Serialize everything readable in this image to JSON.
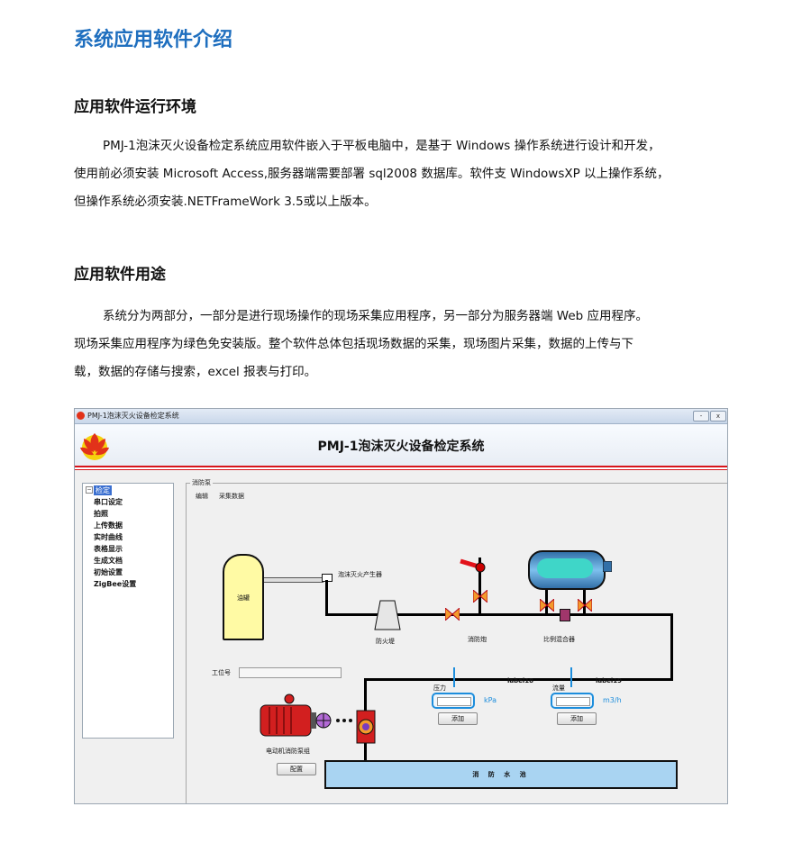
{
  "document": {
    "title": "系统应用软件介绍",
    "section1": {
      "heading": "应用软件运行环境",
      "lines": [
        "PMJ-1泡沫灭火设备检定系统应用软件嵌入于平板电脑中，是基于 Windows 操作系统进行设计和开发，",
        "使用前必须安装 Microsoft Access,服务器端需要部署 sql2008 数据库。软件支 WindowsXP 以上操作系统，",
        "但操作系统必须安装.NETFrameWork 3.5或以上版本。"
      ]
    },
    "section2": {
      "heading": "应用软件用途",
      "lines": [
        "系统分为两部分，一部分是进行现场操作的现场采集应用程序，另一部分为服务器端 Web 应用程序。",
        "现场采集应用程序为绿色免安装版。整个软件总体包括现场数据的采集，现场图片采集，数据的上传与下",
        "载，数据的存储与搜索，excel 报表与打印。"
      ]
    }
  },
  "app": {
    "window_title": "PMJ-1泡沫灭火设备检定系统",
    "header_title": "PMJ-1泡沫灭火设备检定系统",
    "window_buttons": [
      "-",
      "x"
    ],
    "tree": {
      "root": "检定",
      "items": [
        "串口设定",
        "拍照",
        "上传数据",
        "实时曲线",
        "表格显示",
        "生成文档",
        "初始设置",
        "ZigBee设置"
      ]
    },
    "panel": {
      "legend": "消防泵",
      "menu": [
        "编辑",
        "采集数据"
      ],
      "foam_generator": "泡沫灭火产生器",
      "oil_tank": "油罐",
      "fire_dike": "防火堤",
      "hydrant": "消防炮",
      "proportional_mixer": "比例混合器",
      "work_no_label": "工位号",
      "work_no_value": "",
      "pressure": {
        "label": "压力",
        "unit": "kPa",
        "value_label": "label18",
        "button": "添加"
      },
      "flow": {
        "label": "流量",
        "unit": "m3/h",
        "value_label": "label19",
        "button": "添加"
      },
      "pump": {
        "label": "电动机消防泵组",
        "button": "配置"
      },
      "pool": "消 防 水 池"
    }
  },
  "colors": {
    "heading_blue": "#1f6fbf",
    "red_line": "#d7141a",
    "tank_yellow": "#fffaa4",
    "pool_blue": "#a9d4f2",
    "gauge_blue": "#1c8ddc",
    "motor_red": "#d21f1f"
  }
}
